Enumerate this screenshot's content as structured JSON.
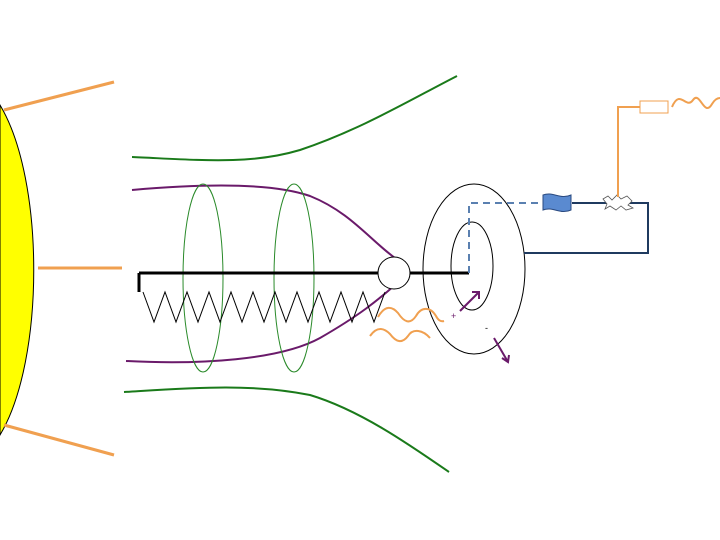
{
  "labels": {
    "plus": "+",
    "minus": "-"
  },
  "colors": {
    "sun_fill": "#ffff00",
    "ray": "#f0a050",
    "outer_field_line": "#1a7a1a",
    "inner_field_line": "#6a1a6a",
    "loop": "#2a8a2a",
    "conductor": "#000000",
    "circuit_wire": "#1f3a5f",
    "dashed_wire": "#5a80b0",
    "component_blue": "#5a8ad0",
    "arrow": "#6a1a6a",
    "wave": "#f0a050"
  },
  "icons": {
    "sun": "sun-disc",
    "resistor": "resistor-box",
    "load": "blue-flag-component",
    "spark": "spark-gap"
  }
}
